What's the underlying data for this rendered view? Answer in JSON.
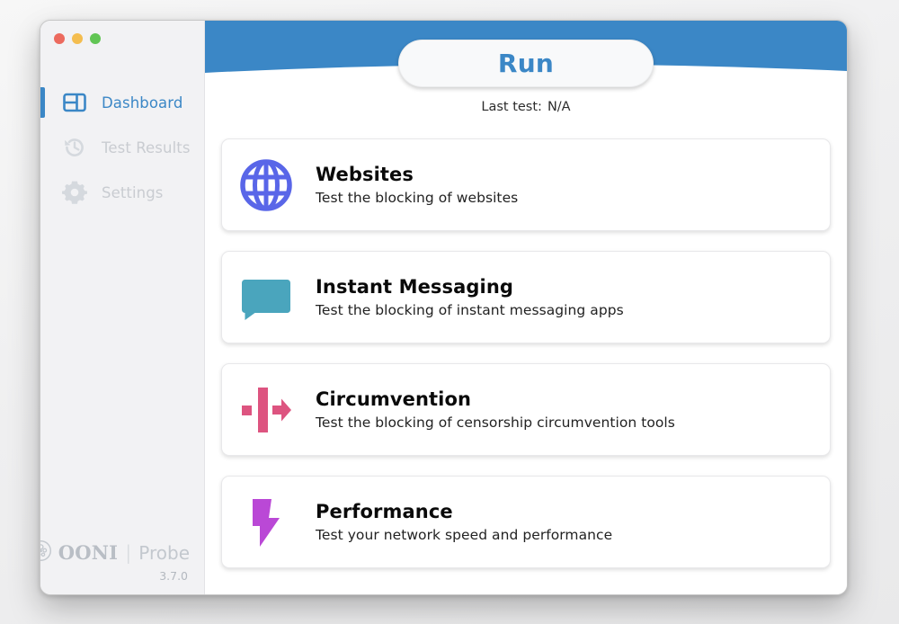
{
  "window": {
    "traffic_lights": [
      {
        "name": "close",
        "color": "#ec6a5e"
      },
      {
        "name": "minimize",
        "color": "#f4bd4f"
      },
      {
        "name": "zoom",
        "color": "#61c554"
      }
    ]
  },
  "sidebar": {
    "items": [
      {
        "label": "Dashboard",
        "icon": "dashboard-icon",
        "active": true
      },
      {
        "label": "Test Results",
        "icon": "history-clock-icon",
        "active": false
      },
      {
        "label": "Settings",
        "icon": "gear-icon",
        "active": false
      }
    ],
    "brand": {
      "name": "OONI",
      "separator": "|",
      "product": "Probe",
      "version": "3.7.0"
    },
    "active_accent": "#3b87c6"
  },
  "header": {
    "background_color": "#3b87c6",
    "run_label": "Run",
    "last_test_label": "Last test:",
    "last_test_value": "N/A"
  },
  "cards": [
    {
      "title": "Websites",
      "desc": "Test the blocking of websites",
      "icon": "globe-icon",
      "color": "#5966e8"
    },
    {
      "title": "Instant Messaging",
      "desc": "Test the blocking of instant messaging apps",
      "icon": "chat-bubble-icon",
      "color": "#4aa5bd"
    },
    {
      "title": "Circumvention",
      "desc": "Test the blocking of censorship circumvention tools",
      "icon": "circumvention-arrow-icon",
      "color": "#dd5480"
    },
    {
      "title": "Performance",
      "desc": "Test your network speed and performance",
      "icon": "lightning-bolt-icon",
      "color": "#ba48d6"
    }
  ]
}
